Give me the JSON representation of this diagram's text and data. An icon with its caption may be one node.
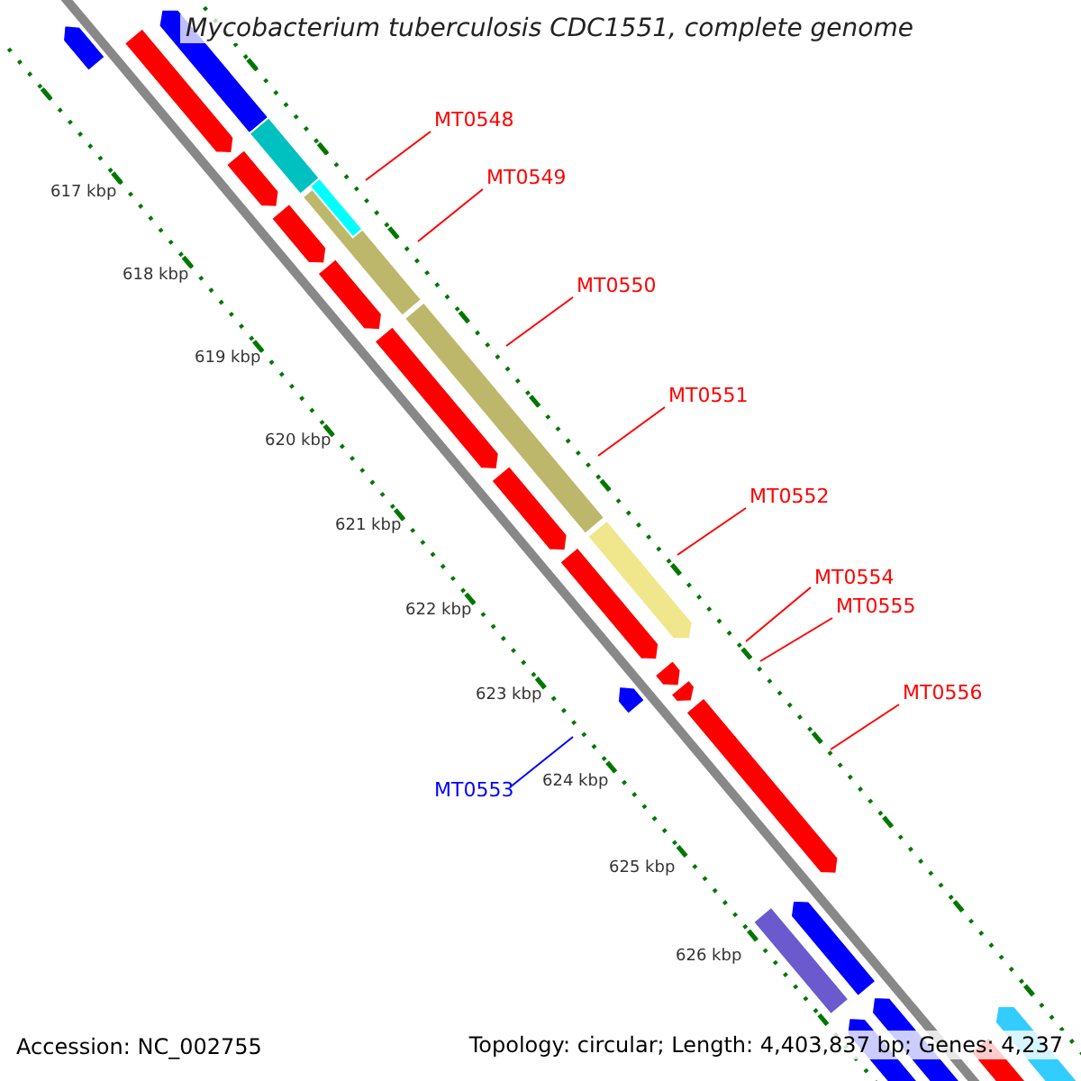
{
  "diagram": {
    "title": "Mycobacterium tuberculosis CDC1551, complete genome",
    "nodes": [
      {
        "text": [
          "MT0548"
        ]
      },
      {
        "text": [
          "MT0549"
        ]
      },
      {
        "text": [
          "MT0550"
        ]
      },
      {
        "text": [
          "MT0551"
        ]
      },
      {
        "text": [
          "MT0552"
        ]
      },
      {
        "text": [
          "MT0554"
        ]
      },
      {
        "text": [
          "MT0555"
        ]
      },
      {
        "text": [
          "MT0556"
        ]
      },
      {
        "text": [
          "MT0553"
        ]
      }
    ],
    "edges": [
      {
        "from": 0,
        "to": null,
        "arrow": "none"
      },
      {
        "from": 1,
        "to": null,
        "arrow": "none"
      },
      {
        "from": 2,
        "to": null,
        "arrow": "none"
      },
      {
        "from": 3,
        "to": null,
        "arrow": "none"
      },
      {
        "from": 4,
        "to": null,
        "arrow": "none"
      },
      {
        "from": 5,
        "to": null,
        "arrow": "none"
      },
      {
        "from": 6,
        "to": null,
        "arrow": "none"
      },
      {
        "from": 7,
        "to": null,
        "arrow": "none"
      },
      {
        "from": 8,
        "to": null,
        "arrow": "none",
        "color": "#0000ff"
      }
    ],
    "labels": [
      "617 kbp",
      "618 kbp",
      "619 kbp",
      "620 kbp",
      "621 kbp",
      "622 kbp",
      "623 kbp",
      "624 kbp",
      "625 kbp",
      "626 kbp",
      "Accession: NC_002755",
      "Topology: circular; Length: 4,403,837 bp; Genes: 4,237"
    ]
  }
}
